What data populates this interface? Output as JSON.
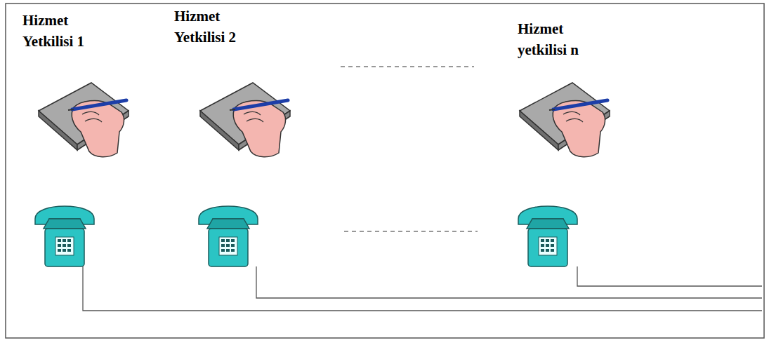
{
  "diagram": {
    "labels": [
      "Hizmet Yetkilisi 1",
      "Hizmet Yetkilisi 2",
      "Hizmet yetkilisi n"
    ]
  }
}
